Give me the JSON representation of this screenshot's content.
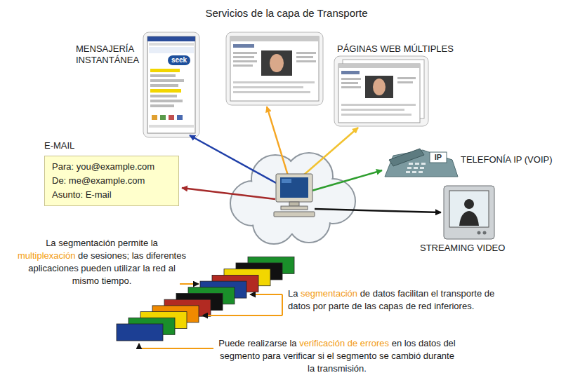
{
  "diagram": {
    "title": "Servicios de la capa de Transporte",
    "nodes": [
      {
        "text": [
          "E-MAIL",
          "Para: you@example.com",
          "De: me@example.com",
          "Asunto: E-mail"
        ]
      }
    ],
    "labels": [
      "MENSAJERÍA INSTANTÁNEA",
      "seek",
      "PÁGINAS WEB MÚLTIPLES",
      "IP",
      "TELEFONÍA IP (VOIP)",
      "STREAMING VIDEO",
      "La segmentación permite la multiplexación de sesiones; las diferentes aplicaciones pueden utilizar la red al mismo tiempo.",
      "La segmentación de datos facilitan el transporte de datos por parte de las capas de red inferiores.",
      "Puede realizarse la verificación de errores en los datos del segmento para verificar si el segmento se cambió durante la transmisión."
    ]
  }
}
